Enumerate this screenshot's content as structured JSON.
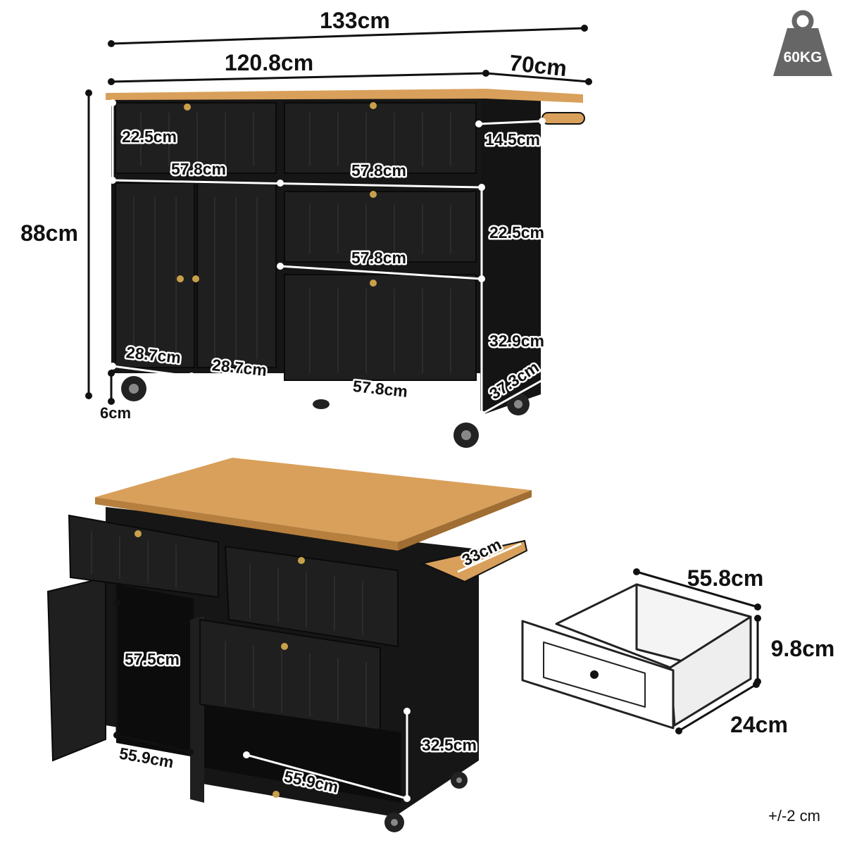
{
  "weight_badge": {
    "label": "60KG",
    "color": "#666666"
  },
  "front_view": {
    "overall_width": "133cm",
    "body_width": "120.8cm",
    "depth": "70cm",
    "height": "88cm",
    "caster_height": "6cm",
    "towel_rack": "14.5cm",
    "top_drawer_height": "22.5cm",
    "top_left_drawer_width": "57.8cm",
    "top_right_drawer_width": "57.8cm",
    "middle_drawer_height": "22.5cm",
    "middle_drawer_width": "57.8cm",
    "bottom_drawer_height": "32.9cm",
    "door_left_width": "28.7cm",
    "door_right_width": "28.7cm",
    "bottom_width": "57.8cm",
    "side_depth": "37.3cm"
  },
  "open_view": {
    "rack_length": "33cm",
    "cabinet_height": "57.5cm",
    "cabinet_width": "55.9cm",
    "right_compartment_height": "32.5cm",
    "right_compartment_width": "55.9cm"
  },
  "drawer_detail": {
    "length": "55.8cm",
    "height": "9.8cm",
    "depth": "24cm"
  },
  "tolerance": "+/-2 cm",
  "colors": {
    "cabinet": "#161616",
    "cabinet_panel": "#1f1f1f",
    "wood": "#d9a05b",
    "brass": "#c9a04a"
  }
}
